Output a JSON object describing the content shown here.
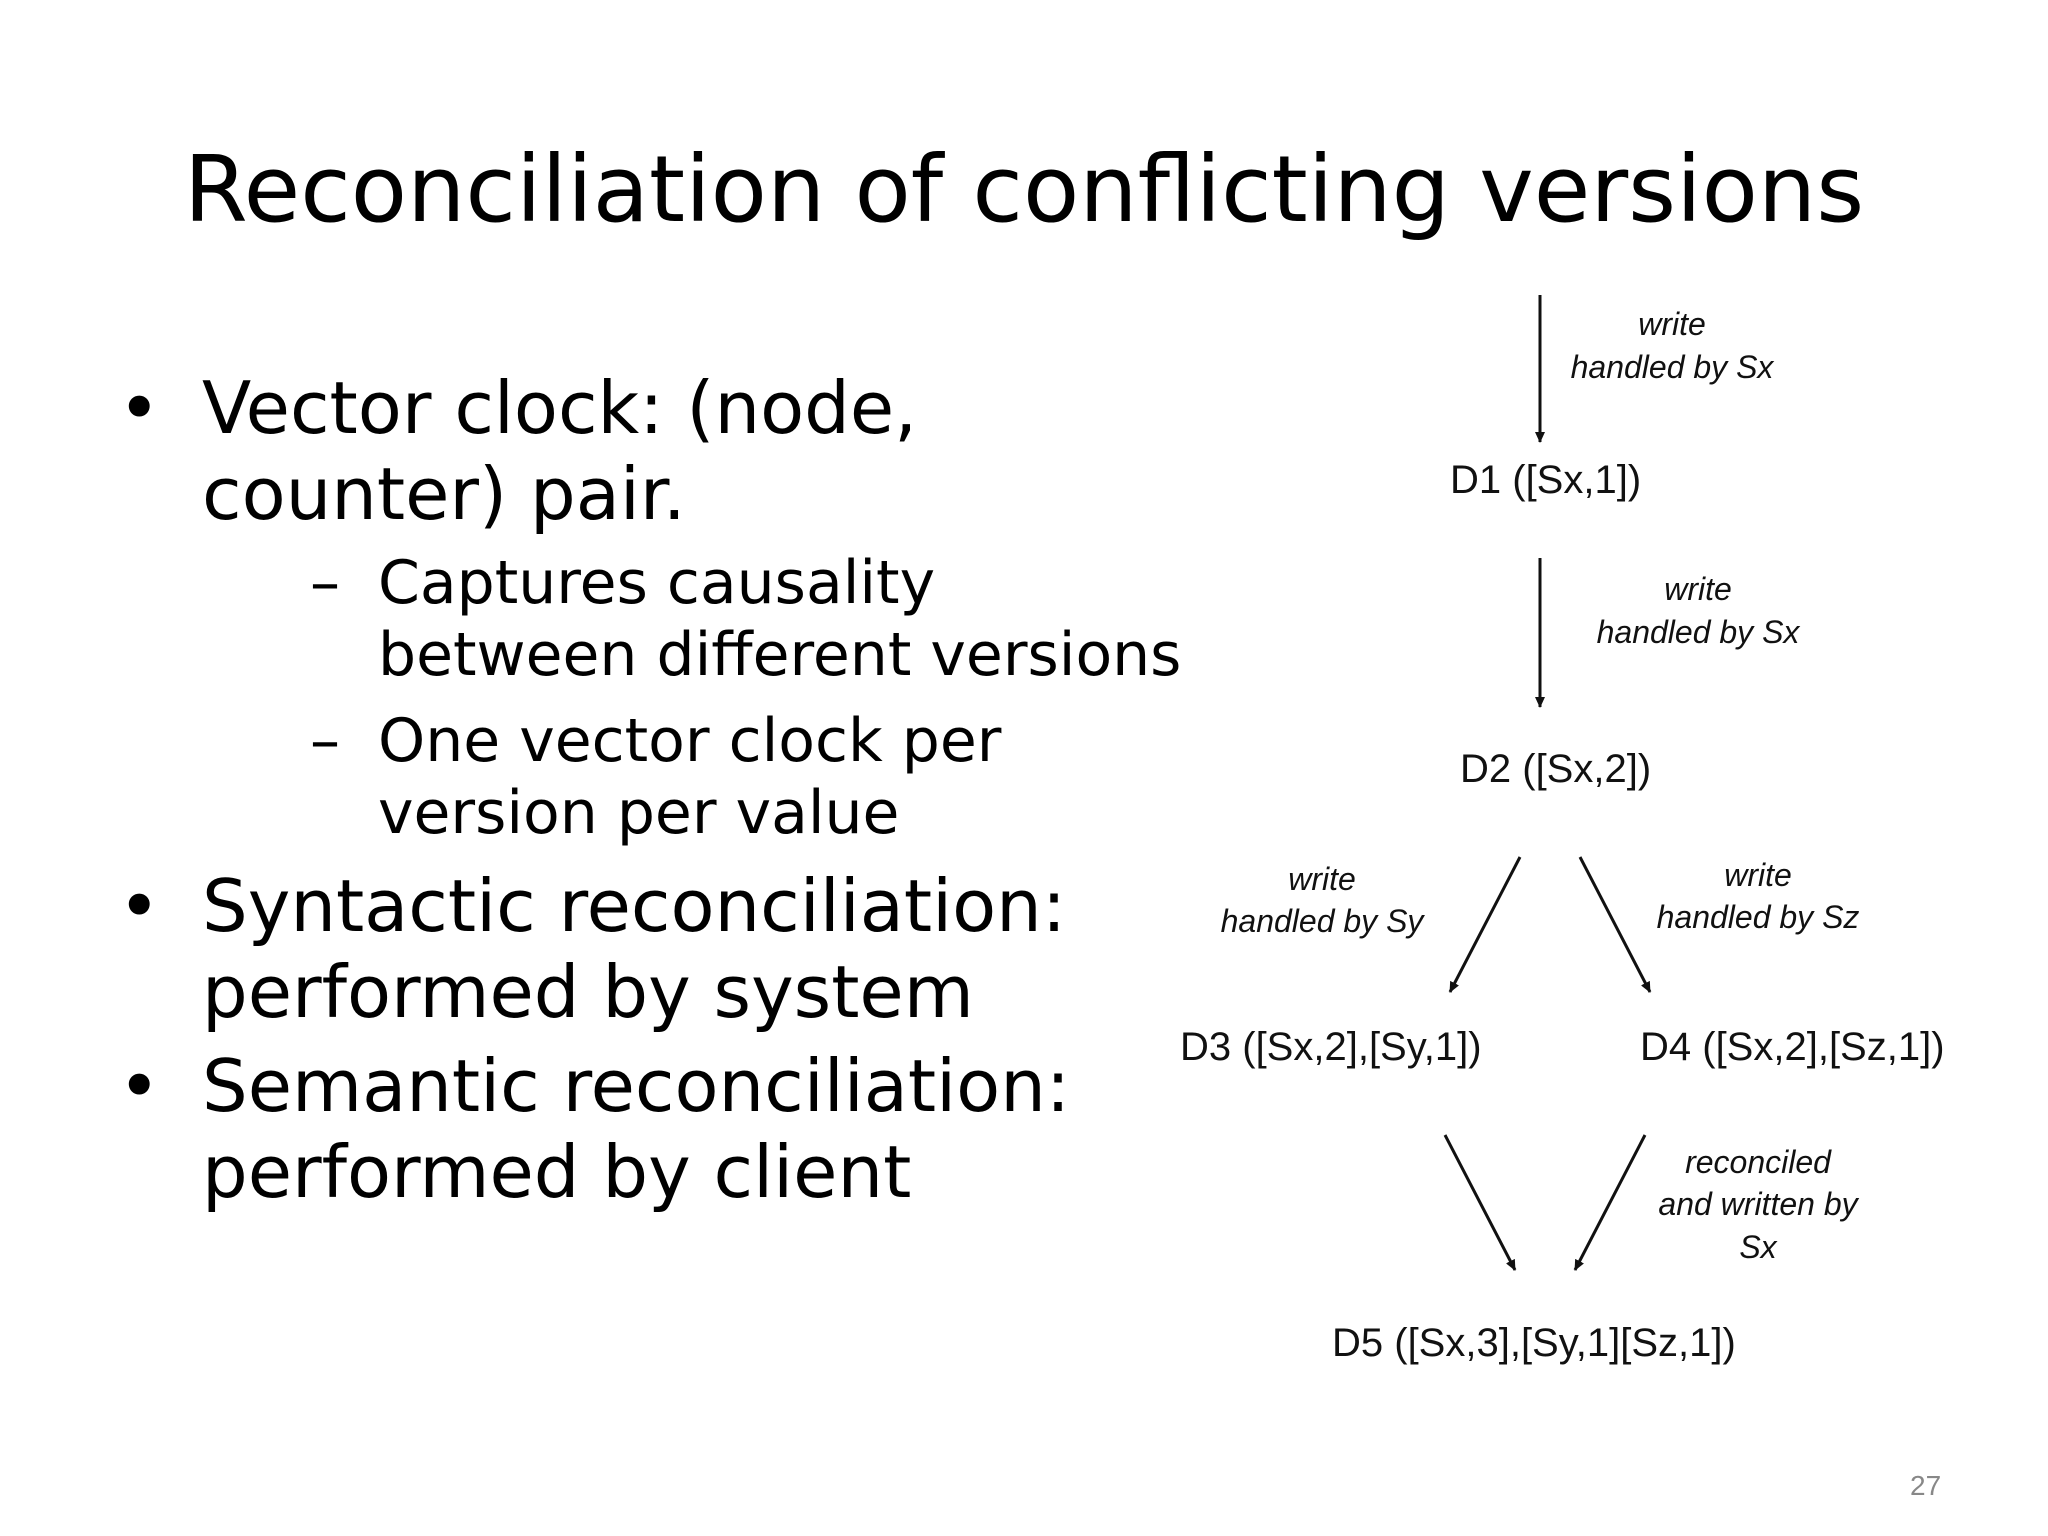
{
  "title": "Reconciliation of conflicting versions",
  "bullets": [
    {
      "text": "Vector clock: (node, counter) pair.",
      "sub": [
        "Captures causality between different versions",
        "One vector clock per version per value"
      ]
    },
    {
      "text": "Syntactic reconciliation: performed by system",
      "sub": []
    },
    {
      "text": "Semantic reconciliation: performed by client",
      "sub": []
    }
  ],
  "diagram": {
    "nodes": {
      "d1": "D1 ([Sx,1])",
      "d2": "D2 ([Sx,2])",
      "d3": "D3 ([Sx,2],[Sy,1])",
      "d4": "D4 ([Sx,2],[Sz,1])",
      "d5": "D5 ([Sx,3],[Sy,1][Sz,1])"
    },
    "edges": {
      "e0_line1": "write",
      "e0_line2": "handled by Sx",
      "e1_line1": "write",
      "e1_line2": "handled by Sx",
      "e2_line1": "write",
      "e2_line2": "handled by Sy",
      "e3_line1": "write",
      "e3_line2": "handled by Sz",
      "e5_line1": "reconciled",
      "e5_line2": "and written by",
      "e5_line3": "Sx"
    }
  },
  "page_number": "27"
}
